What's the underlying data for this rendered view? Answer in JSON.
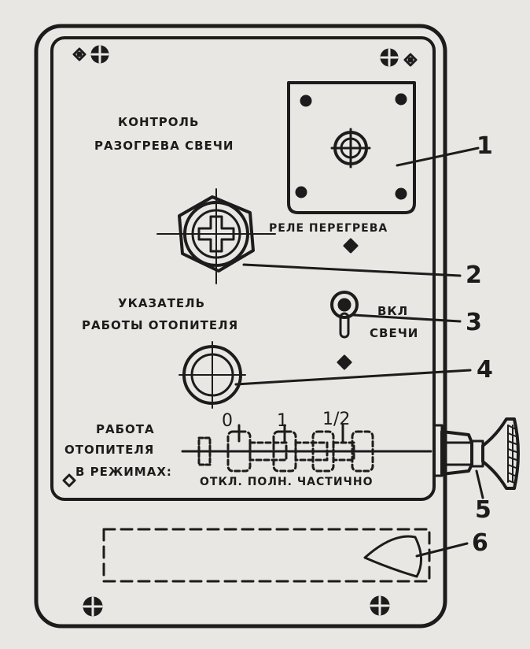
{
  "labels": {
    "control_line1": "КОНТРОЛЬ",
    "control_line2": "РАЗОГРЕВА СВЕЧИ",
    "relay": "РЕЛЕ ПЕРЕГРЕВА",
    "indicator_line1": "УКАЗАТЕЛЬ",
    "indicator_line2": "РАБОТЫ ОТОПИТЕЛЯ",
    "switch_line1": "ВКЛ",
    "switch_line2": "СВЕЧИ",
    "mode_line1": "РАБОТА",
    "mode_line2": "ОТОПИТЕЛЯ",
    "mode_line3": "В РЕЖИМАХ:",
    "mode_names": "ОТКЛ. ПОЛН. ЧАСТИЧНО",
    "pos_0": "0",
    "pos_1": "1",
    "pos_half": "1/2"
  },
  "callouts": {
    "c1": "1",
    "c2": "2",
    "c3": "3",
    "c4": "4",
    "c5": "5",
    "c6": "6"
  },
  "colors": {
    "ink": "#1c1c1c",
    "paper": "#e9e7e3"
  }
}
